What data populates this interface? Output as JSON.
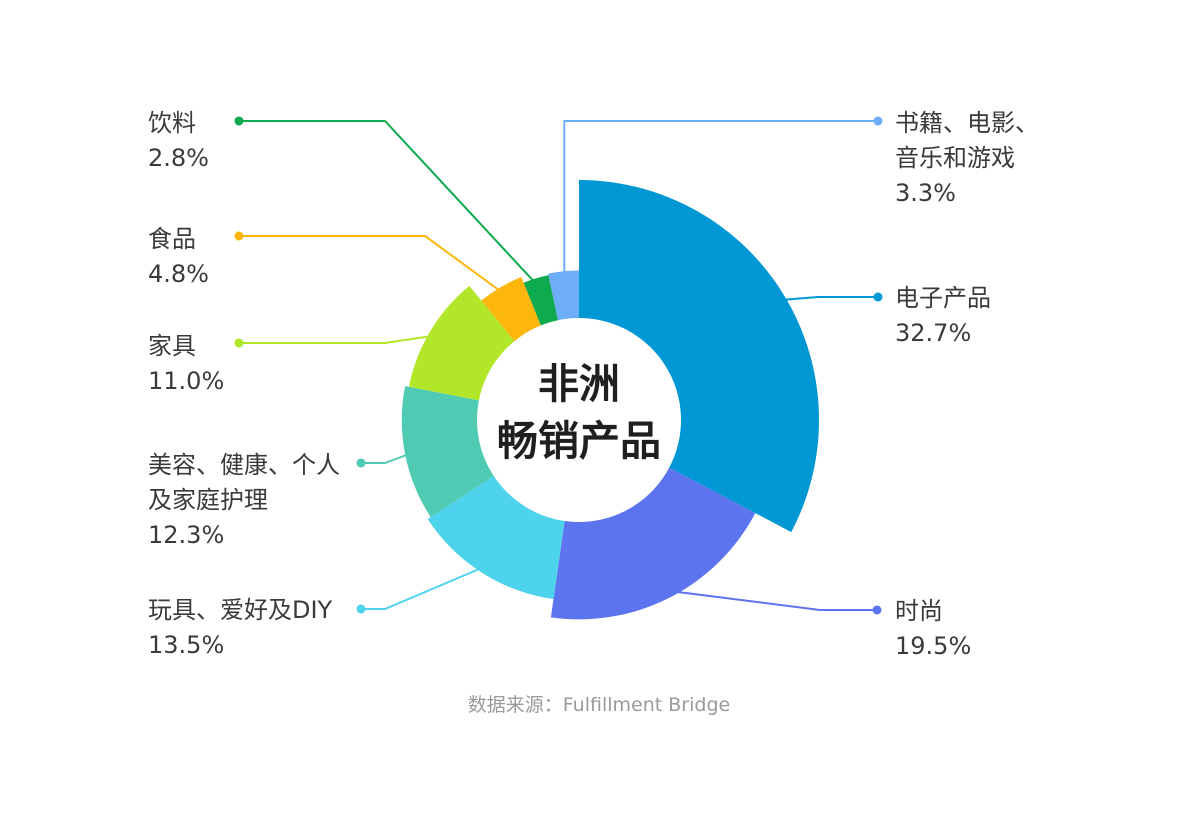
{
  "chart_data": {
    "type": "pie",
    "variant": "rose-donut",
    "title": "非洲畅销产品",
    "title_lines": [
      "非洲",
      "畅销产品"
    ],
    "unit": "%",
    "slices": [
      {
        "name": "电子产品",
        "name_lines": [
          "电子产品"
        ],
        "value": 32.7,
        "value_label": "32.7%",
        "color": "#0098D4",
        "label_side": "right"
      },
      {
        "name": "时尚",
        "name_lines": [
          "时尚"
        ],
        "value": 19.5,
        "value_label": "19.5%",
        "color": "#5C74EE",
        "label_side": "right"
      },
      {
        "name": "玩具、爱好及DIY",
        "name_lines": [
          "玩具、爱好及DIY"
        ],
        "value": 13.5,
        "value_label": "13.5%",
        "color": "#4ED3EC",
        "label_side": "left"
      },
      {
        "name": "美容、健康、个人及家庭护理",
        "name_lines": [
          "美容、健康、个人",
          "及家庭护理"
        ],
        "value": 12.3,
        "value_label": "12.3%",
        "color": "#4FCBB3",
        "label_side": "left"
      },
      {
        "name": "家具",
        "name_lines": [
          "家具"
        ],
        "value": 11.0,
        "value_label": "11.0%",
        "color": "#B2E629",
        "label_side": "left"
      },
      {
        "name": "食品",
        "name_lines": [
          "食品"
        ],
        "value": 4.8,
        "value_label": "4.8%",
        "color": "#FDB60C",
        "label_side": "left"
      },
      {
        "name": "饮料",
        "name_lines": [
          "饮料"
        ],
        "value": 2.8,
        "value_label": "2.8%",
        "color": "#0DAA4E",
        "label_side": "left"
      },
      {
        "name": "书籍、电影、音乐和游戏",
        "name_lines": [
          "书籍、电影、",
          "音乐和游戏"
        ],
        "value": 3.3,
        "value_label": "3.3%",
        "color": "#6EAEF9",
        "label_side": "right"
      }
    ]
  },
  "source": "数据来源：Fulfillment Bridge"
}
